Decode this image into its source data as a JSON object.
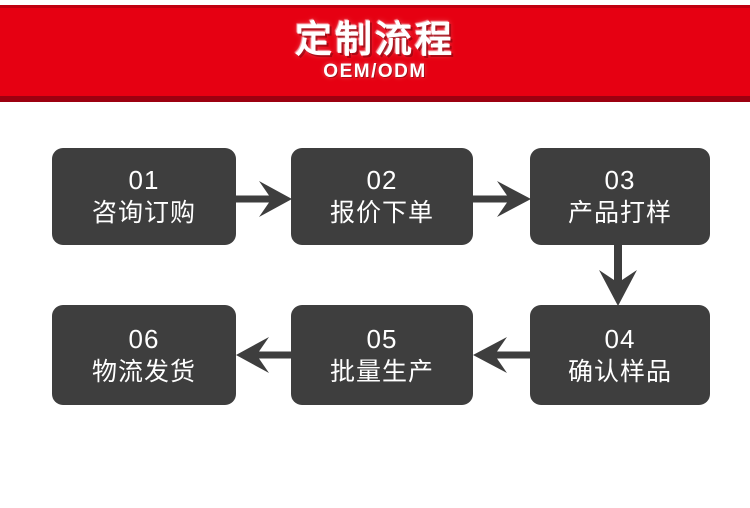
{
  "banner": {
    "title": "定制流程",
    "subtitle": "OEM/ODM",
    "background_color": "#e60012",
    "border_color": "#9c0010",
    "text_color": "#ffffff"
  },
  "flow": {
    "box_color": "#3e3e3e",
    "arrow_color": "#3e3e3e",
    "steps": [
      {
        "number": "01",
        "label": "咨询订购"
      },
      {
        "number": "02",
        "label": "报价下单"
      },
      {
        "number": "03",
        "label": "产品打样"
      },
      {
        "number": "04",
        "label": "确认样品"
      },
      {
        "number": "05",
        "label": "批量生产"
      },
      {
        "number": "06",
        "label": "物流发货"
      }
    ],
    "connectors": [
      {
        "from": "01",
        "to": "02",
        "direction": "right"
      },
      {
        "from": "02",
        "to": "03",
        "direction": "right"
      },
      {
        "from": "03",
        "to": "04",
        "direction": "down"
      },
      {
        "from": "04",
        "to": "05",
        "direction": "left"
      },
      {
        "from": "05",
        "to": "06",
        "direction": "left"
      }
    ]
  }
}
